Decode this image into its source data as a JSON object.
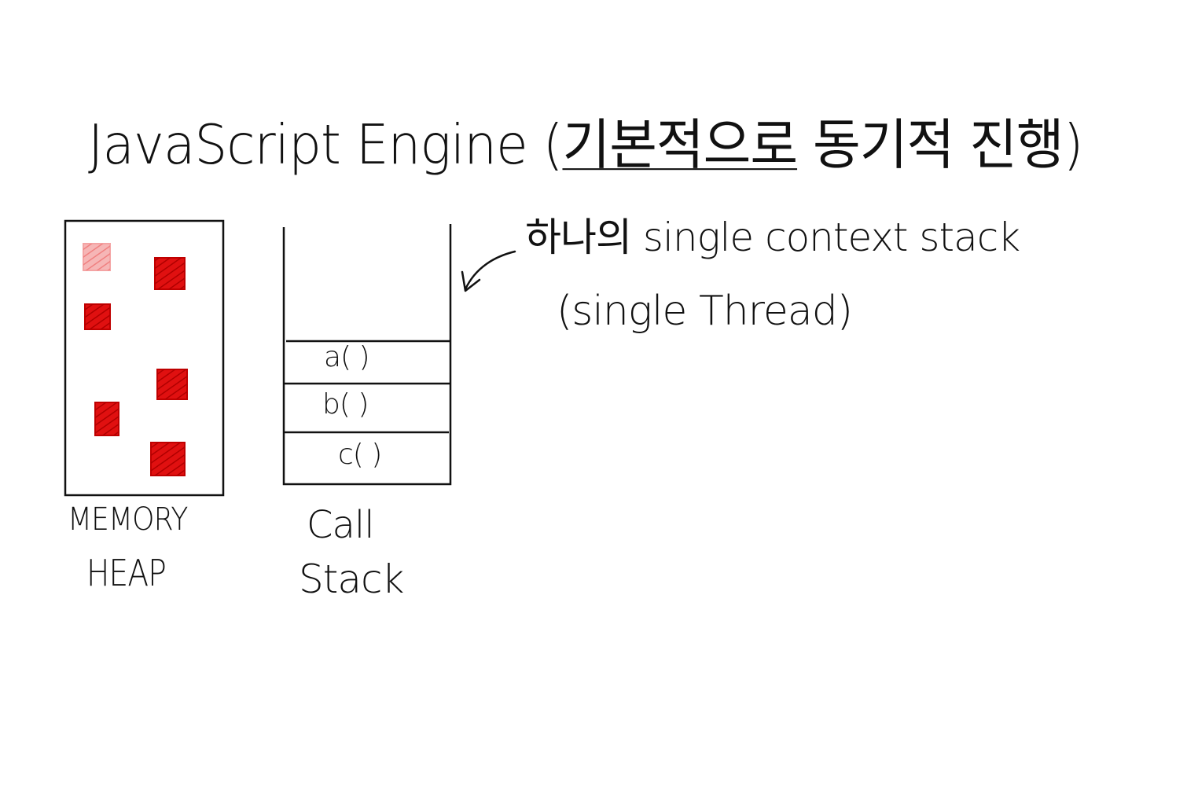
{
  "title": {
    "main": "JavaScript Engine (",
    "underlined": "기본적으로",
    "rest": " 동기적 진행)"
  },
  "memory_heap": {
    "label_line1": "MEMORY",
    "label_line2": "HEAP",
    "object_color": "#e01010",
    "faded_object_color": "#f4a4a4"
  },
  "call_stack": {
    "label_line1": "Call",
    "label_line2": "Stack",
    "frames": [
      "a( )",
      "b( )",
      "c( )"
    ]
  },
  "annotation": {
    "line1": "하나의 single context stack",
    "line2": "(single Thread)"
  }
}
